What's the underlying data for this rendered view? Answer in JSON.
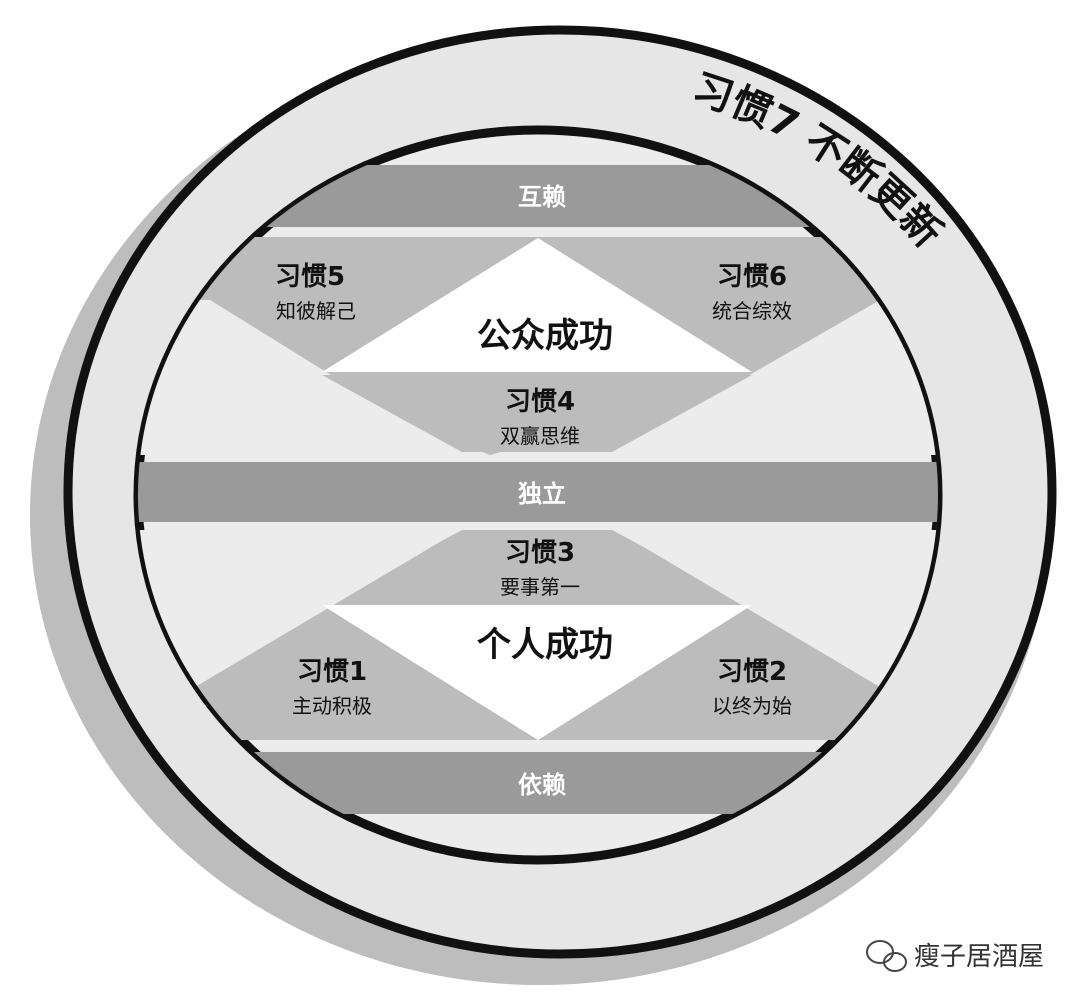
{
  "ring": {
    "habit7": "习惯7 不断更新"
  },
  "bands": {
    "top": "互赖",
    "middle": "独立",
    "bottom": "依赖"
  },
  "public": {
    "title": "公众成功",
    "habit4": {
      "title": "习惯4",
      "subtitle": "双赢思维"
    },
    "habit5": {
      "title": "习惯5",
      "subtitle": "知彼解己"
    },
    "habit6": {
      "title": "习惯6",
      "subtitle": "统合综效"
    }
  },
  "private": {
    "title": "个人成功",
    "habit1": {
      "title": "习惯1",
      "subtitle": "主动积极"
    },
    "habit2": {
      "title": "习惯2",
      "subtitle": "以终为始"
    },
    "habit3": {
      "title": "习惯3",
      "subtitle": "要事第一"
    }
  },
  "watermark": "瘦子居酒屋",
  "colors": {
    "ring": "#e6e6e6",
    "shadow": "#bdbdbd",
    "band": "#9a9a9a",
    "habit": "#bcbcbc",
    "inner": "#ececec",
    "white": "#ffffff"
  }
}
